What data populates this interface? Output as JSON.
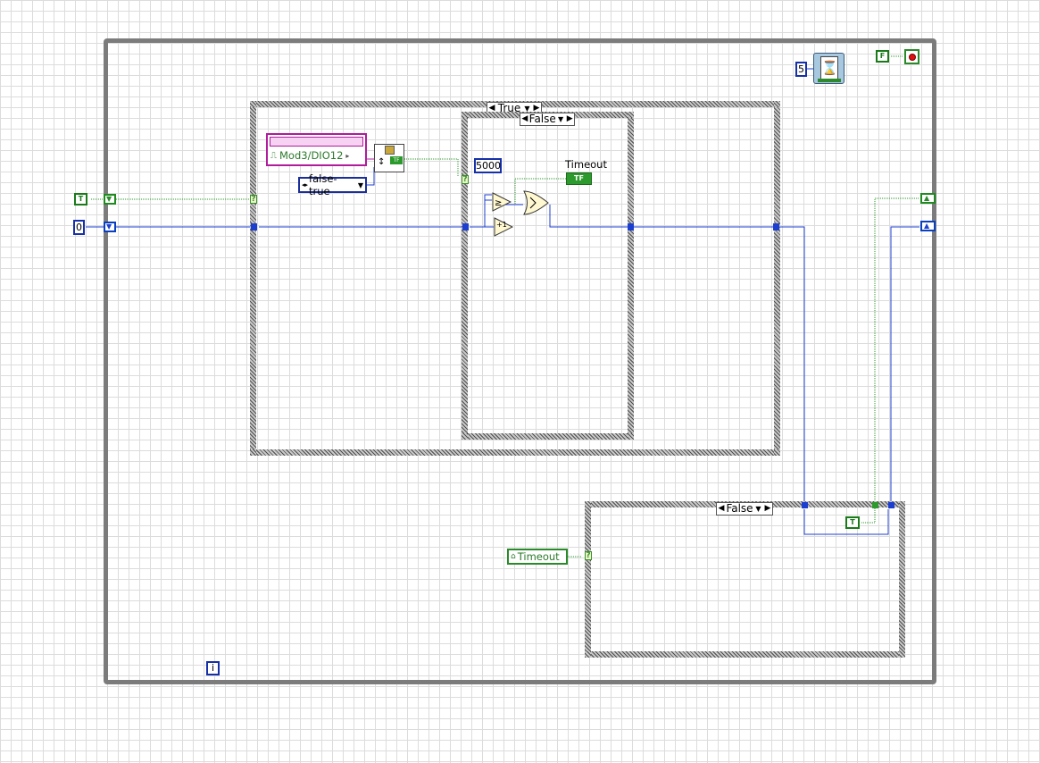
{
  "window": {
    "title": "LabVIEW Block Diagram"
  },
  "structures": {
    "outer_case_selector": "True",
    "inner_case_selector": "False",
    "lower_case_selector": "False"
  },
  "constants": {
    "bool_true_left": "T",
    "numeric_zero": "0",
    "timeout_limit": "5000",
    "wait_ms": "5",
    "bool_false_stop": "F",
    "bool_true_lower": "T"
  },
  "controls": {
    "io_channel": "Mod3/DIO12",
    "edge_enum": "false-true",
    "timeout_label": "Timeout",
    "timeout_local_variable": "Timeout",
    "timeout_indicator_glyph": "TF",
    "increment_glyph": "+1",
    "iteration_terminal": "i"
  },
  "colors": {
    "loop_border": "#7c7c7c",
    "numeric_wire": "#1c3fd0",
    "boolean_wire": "#2c9a2c",
    "io_wire": "#b01c9c"
  }
}
